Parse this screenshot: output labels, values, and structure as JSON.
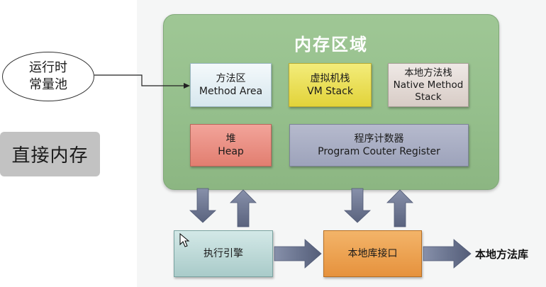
{
  "memory_region": {
    "title": "内存区域",
    "method_area": {
      "line1": "方法区",
      "line2": "Method Area"
    },
    "vm_stack": {
      "line1": "虚拟机栈",
      "line2": "VM Stack"
    },
    "native_method_stack": {
      "line1": "本地方法栈",
      "line2": "Native Method",
      "line3": "Stack"
    },
    "heap": {
      "line1": "堆",
      "line2": "Heap"
    },
    "pc_register": {
      "line1": "程序计数器",
      "line2": "Program Couter Register"
    }
  },
  "execution_engine": {
    "label": "执行引擎"
  },
  "native_interface": {
    "label": "本地库接口"
  },
  "native_library": {
    "label": "本地方法库"
  },
  "runtime_constant_pool": {
    "line1": "运行时",
    "line2": "常量池"
  },
  "direct_memory": {
    "label": "直接内存"
  },
  "colors": {
    "memory_region": "#95bf8c",
    "method_area": "#e3eff4",
    "vm_stack": "#e8da4f",
    "native_method_stack": "#e0d6d1",
    "heap": "#ea8c80",
    "pc_register": "#a9aec4",
    "execution_engine": "#bcd9d8",
    "native_interface": "#ec9e4f",
    "arrow": "#6c7691",
    "direct_memory_bg": "#c2c2c2"
  }
}
